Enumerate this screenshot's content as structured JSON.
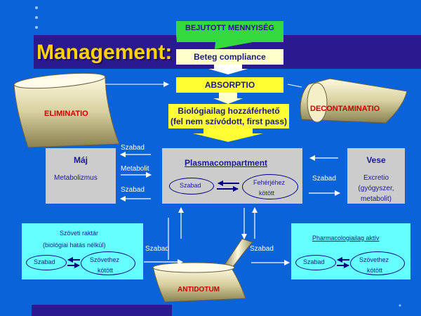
{
  "top_flow": {
    "bejutott": "BEJUTOTT MENNYISÉG",
    "compliance": "Beteg compliance",
    "absorptio": "ABSORPTIO",
    "biolog_line1": "Biológiailag hozzáférhető",
    "biolog_line2": "(fel nem szívódott, first pass)"
  },
  "management": "Management:",
  "eliminatio": "ELIMINATIO",
  "decontaminatio": "DECONTAMINATIO",
  "antidotum": "ANTIDOTUM",
  "maj": {
    "title": "Máj",
    "sub": "Metabolizmus"
  },
  "plasma": {
    "title": "Plasmacompartment",
    "szabad": "Szabad",
    "feherje_line1": "Fehérjéhez",
    "feherje_line2": "kötött"
  },
  "vese": {
    "title": "Vese",
    "line1": "Excretio",
    "line2": "(gyógyszer,",
    "line3": "metabolit)"
  },
  "arrows_left": {
    "szabad_top": "Szabad",
    "metabolit": "Metabolit",
    "szabad_bottom": "Szabad"
  },
  "arrow_right_szabad": "Szabad",
  "szoveti": {
    "line1": "Szöveti raktár",
    "line2": "(biológiai hatás nélkül)",
    "szabad": "Szabad",
    "kotott_line1": "Szövethez",
    "kotott_line2": "kötött"
  },
  "pharmaco": {
    "title": "Pharmacologiailag aktív",
    "szabad": "Szabad",
    "kotott_line1": "Szövethez",
    "kotott_line2": "kötött"
  },
  "lower_szabad_left": "Szabad",
  "lower_szabad_right": "Szabad",
  "colors": {
    "background": "#0a63d8",
    "green": "#33d93d",
    "yellow": "#ffff33",
    "cream": "#ffffcc",
    "cyan": "#66ffff",
    "navy": "#2b1a8f",
    "gray": "#cccccc",
    "management_text": "#ffd200"
  }
}
